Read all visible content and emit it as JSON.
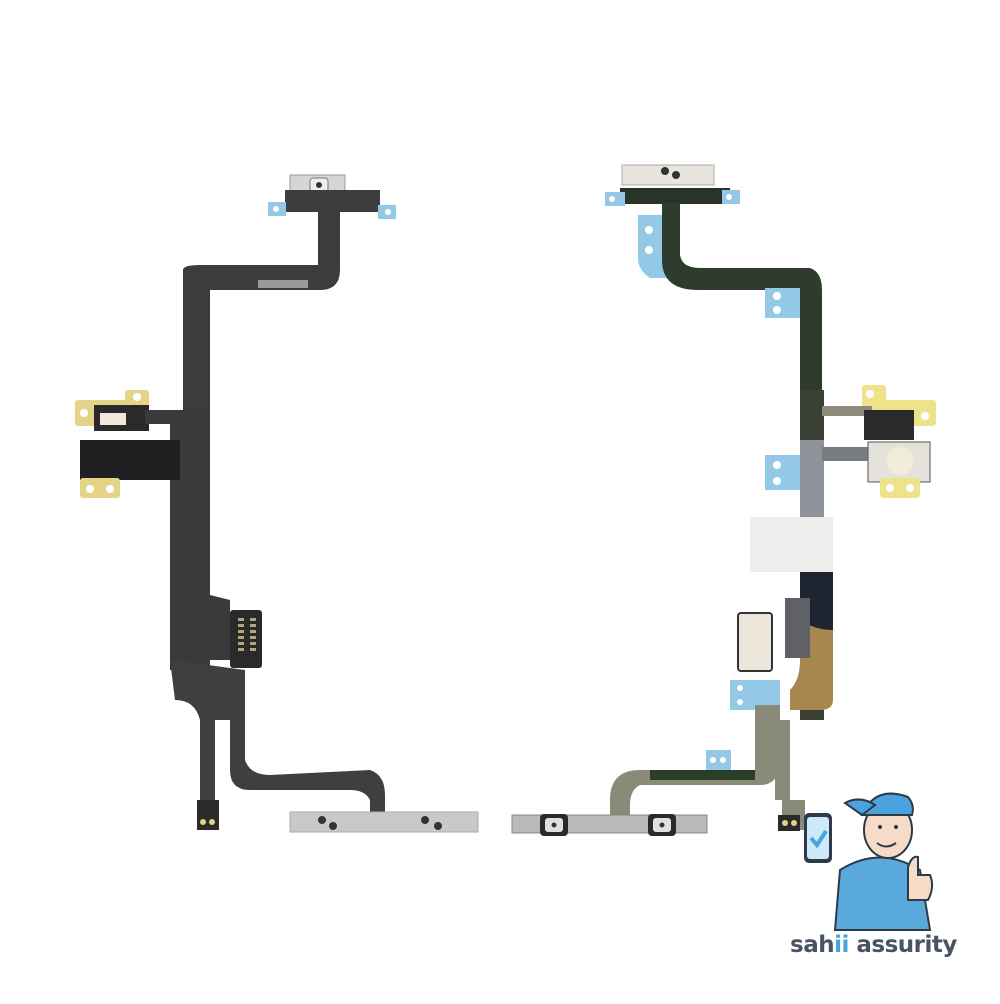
{
  "image": {
    "description": "Product photo of two iPhone power/volume button flex cables (back and front views) on a white background, with a brand watermark logo in the bottom-right corner",
    "background_color": "#ffffff"
  },
  "products": [
    {
      "name": "flex-cable-left",
      "view": "back",
      "cable_color": "#3b3b3d"
    },
    {
      "name": "flex-cable-right",
      "view": "front",
      "cable_color": "#2f3d2f"
    }
  ],
  "logo": {
    "text_part1": "sah",
    "text_highlight": "ii",
    "text_part2": " assurity",
    "text_color": "#4a5361",
    "highlight_color": "#4aa3df",
    "mascot": "technician-thumbs-up-with-phone",
    "shirt_color": "#5aa9dc"
  },
  "colors": {
    "flex_dark": "#3b3b3d",
    "flex_green": "#2e3b2d",
    "flex_copper": "#a8874f",
    "blue_tab": "#8fc6e6",
    "yellow_tab": "#e8dc8a",
    "metal": "#c9c9c9"
  }
}
